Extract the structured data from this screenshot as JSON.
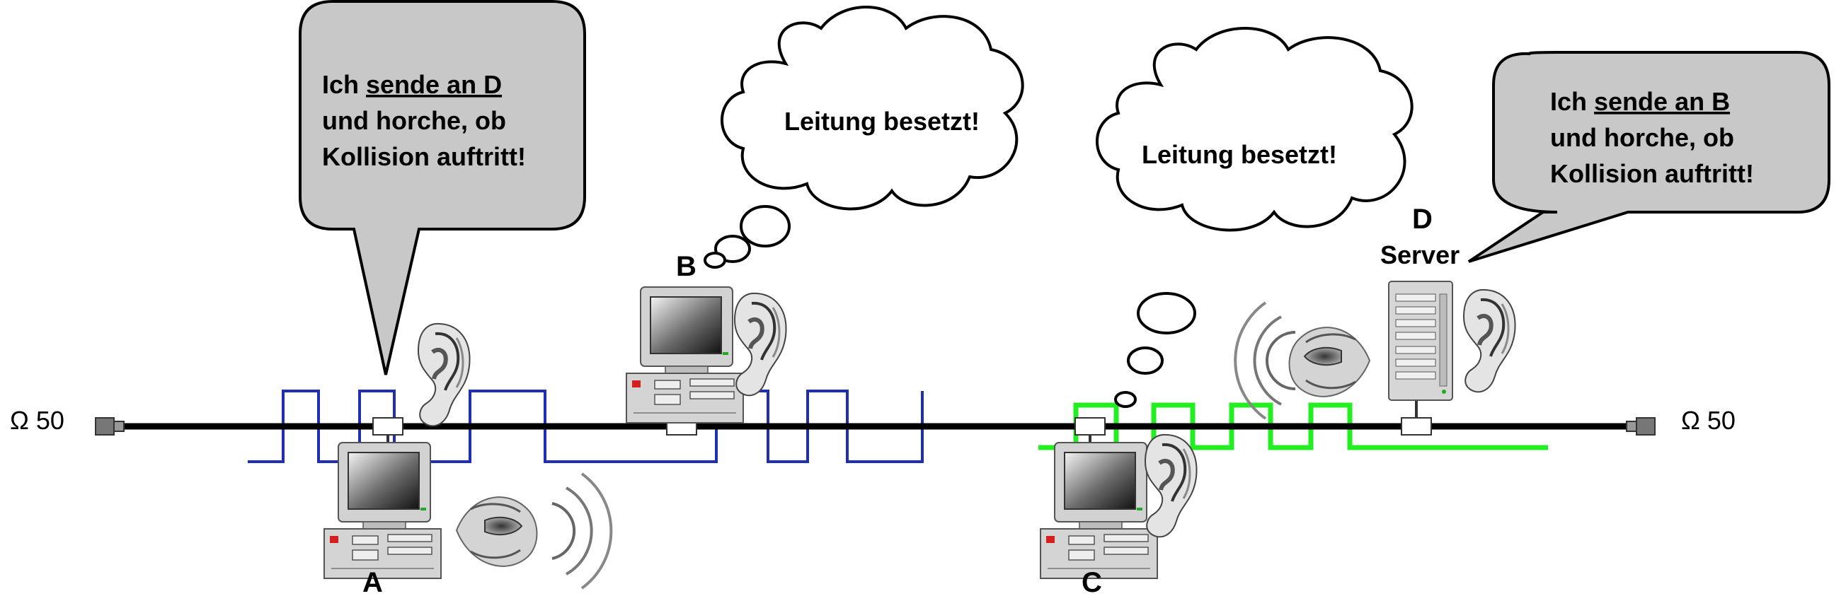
{
  "terminator_label_left": "Ω 50",
  "terminator_label_right": "Ω 50",
  "nodes": {
    "a": {
      "label": "A"
    },
    "b": {
      "label": "B"
    },
    "c": {
      "label": "C"
    },
    "d": {
      "label": "D",
      "sublabel": "Server"
    }
  },
  "bubbles": {
    "a": {
      "line1_plain": "Ich ",
      "line1_underlined": "sende an D",
      "line2": "und horche, ob",
      "line3": "Kollision auftritt!"
    },
    "d": {
      "line1_plain": "Ich ",
      "line1_underlined": "sende an B",
      "line2": "und horche, ob",
      "line3": "Kollision auftritt!"
    },
    "b_thought": "Leitung besetzt!",
    "c_thought": "Leitung besetzt!"
  },
  "colors": {
    "cable": "#000000",
    "signal_a": "#1f2fb5",
    "signal_d": "#22ee22",
    "bubble_fill": "#c8c8c8",
    "computer_body": "#d4d4d4"
  },
  "icons": [
    "computer-icon",
    "server-icon",
    "ear-icon",
    "mouth-icon",
    "terminator-icon",
    "transceiver-icon"
  ]
}
